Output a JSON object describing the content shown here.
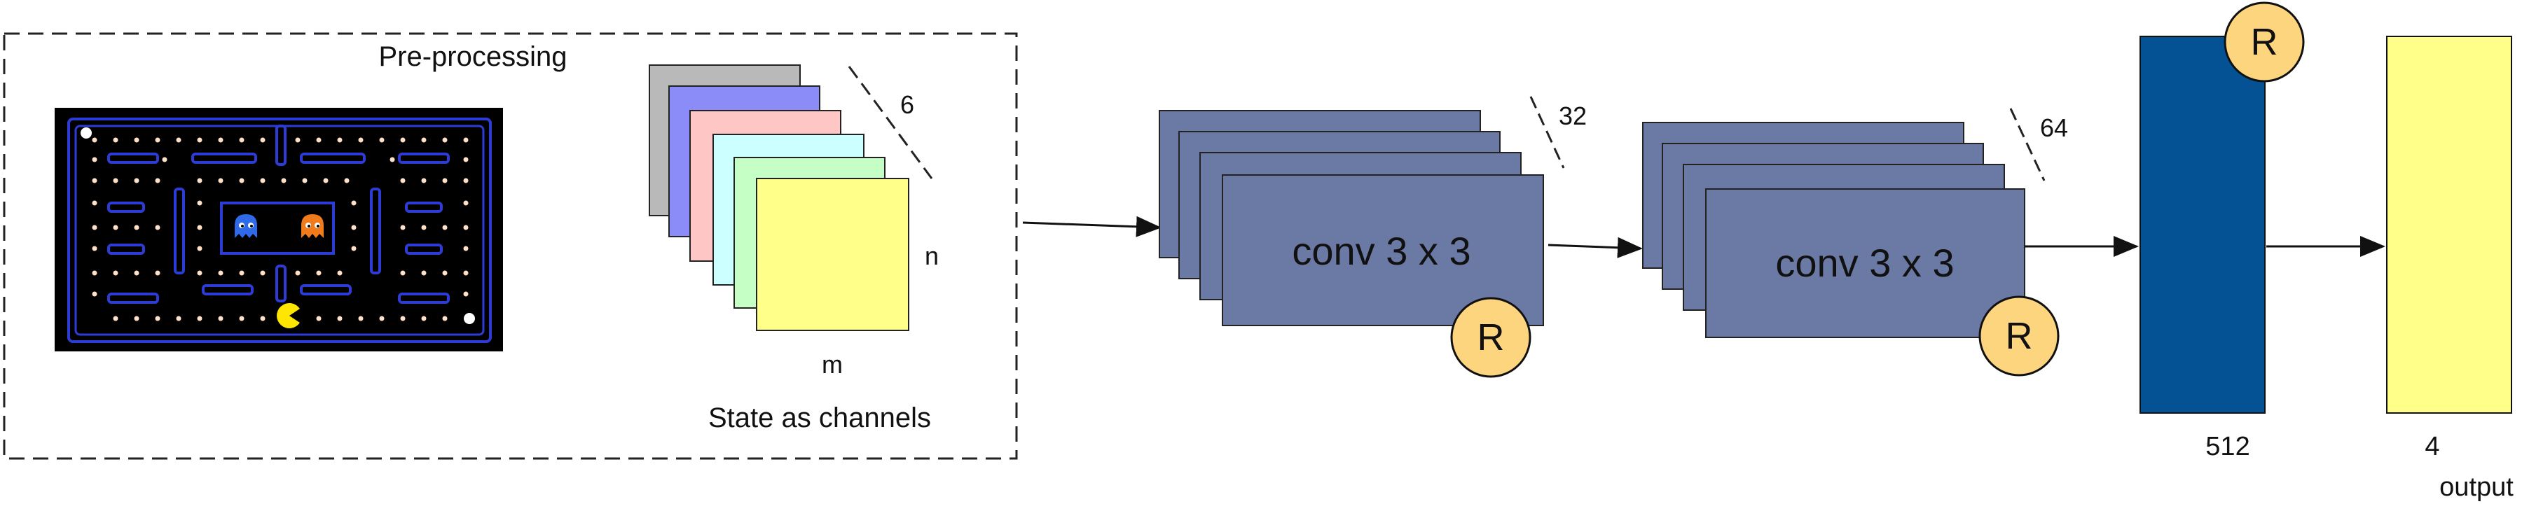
{
  "preprocessing": {
    "title": "Pre-processing",
    "state_caption": "State as channels",
    "depth_label": "6",
    "height_label": "n",
    "width_label": "m",
    "channel_colors": [
      "#b9b9b9",
      "#8c8cf8",
      "#ffc6c6",
      "#ccffff",
      "#c6ffc6",
      "#ffff8a"
    ]
  },
  "conv1": {
    "label": "conv 3 x 3",
    "depth_label": "32",
    "activation": "R",
    "color": "#6b7aa5"
  },
  "conv2": {
    "label": "conv 3 x 3",
    "depth_label": "64",
    "activation": "R",
    "color": "#6b7aa5"
  },
  "dense": {
    "units_label": "512",
    "activation": "R",
    "color": "#045293"
  },
  "output": {
    "units_label": "4",
    "caption": "output",
    "color": "#ffff8a"
  },
  "activation_color": "#fdd57e"
}
